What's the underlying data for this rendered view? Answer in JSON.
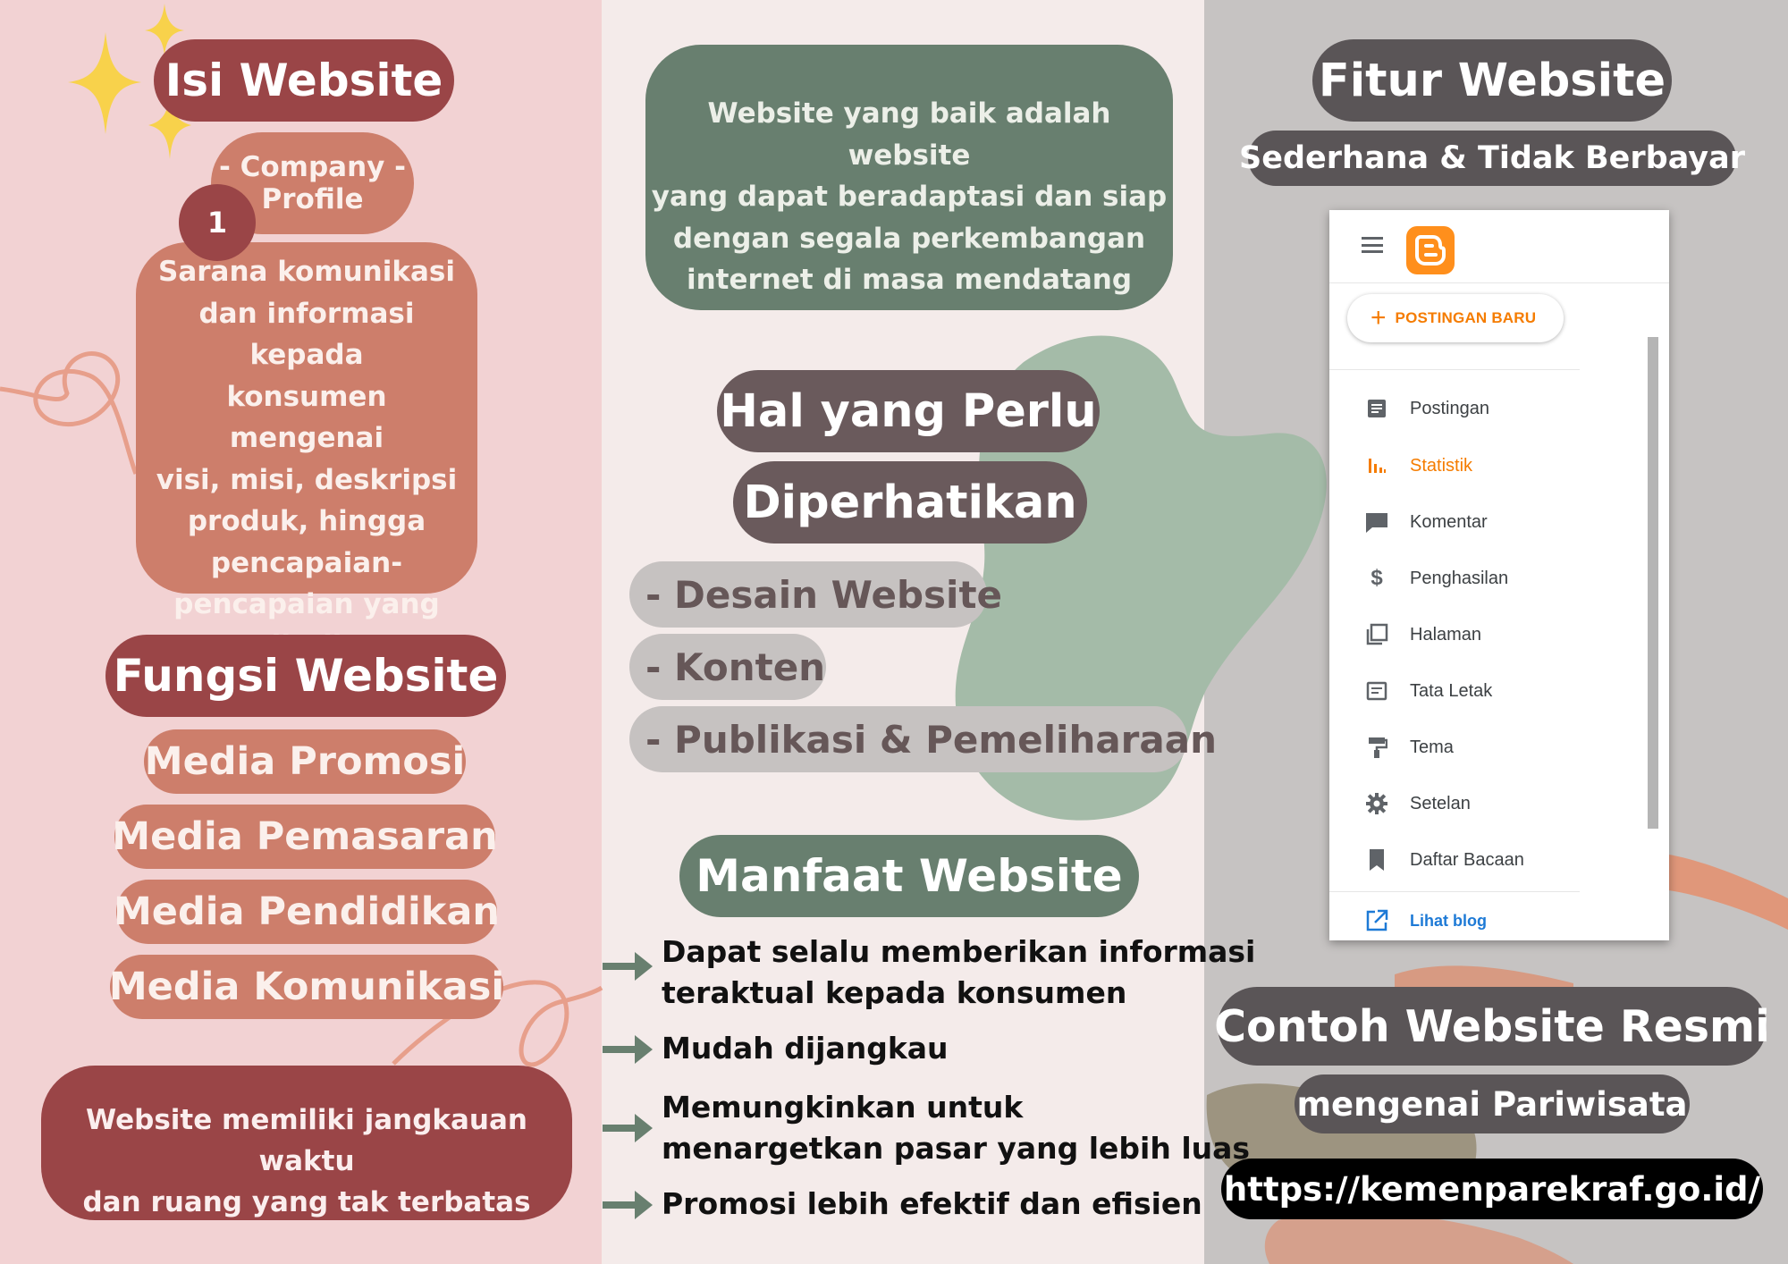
{
  "left": {
    "isi_title": "Isi Website",
    "company_profile": "- Company - Profile",
    "badge_number": "1",
    "sarana_text": "Sarana komunikasi\ndan informasi kepada\nkonsumen mengenai\nvisi, misi, deskripsi\nproduk, hingga\npencapaian-\npencapaian yang\ndiraih",
    "fungsi_title": "Fungsi Website",
    "media_items": [
      "Media Promosi",
      "Media Pemasaran",
      "Media Pendidikan",
      "Media Komunikasi"
    ],
    "jangkauan_text": "Website memiliki jangkauan waktu\ndan ruang yang tak terbatas"
  },
  "middle": {
    "quote": "Website yang baik adalah website\nyang dapat beradaptasi dan siap\ndengan segala perkembangan\ninternet di masa mendatang",
    "hal_line1": "Hal yang Perlu",
    "hal_line2": "Diperhatikan",
    "hal_items": [
      "- Desain Website",
      "- Konten",
      "- Publikasi & Pemeliharaan"
    ],
    "manfaat_title": "Manfaat Website",
    "benefits": [
      "Dapat selalu memberikan informasi\nteraktual kepada konsumen",
      "Mudah dijangkau",
      "Memungkinkan untuk\nmenargetkan pasar yang lebih luas",
      "Promosi lebih efektif dan efisien"
    ]
  },
  "right": {
    "fitur_title": "Fitur Website",
    "sederhana": "Sederhana & Tidak Berbayar",
    "blogger": {
      "new_post_label": "POSTINGAN BARU",
      "menu": [
        {
          "label": "Postingan",
          "icon": "document-icon",
          "active": false
        },
        {
          "label": "Statistik",
          "icon": "bar-chart-icon",
          "active": true
        },
        {
          "label": "Komentar",
          "icon": "comment-icon",
          "active": false
        },
        {
          "label": "Penghasilan",
          "icon": "dollar-icon",
          "active": false
        },
        {
          "label": "Halaman",
          "icon": "pages-icon",
          "active": false
        },
        {
          "label": "Tata Letak",
          "icon": "layout-icon",
          "active": false
        },
        {
          "label": "Tema",
          "icon": "paint-roller-icon",
          "active": false
        },
        {
          "label": "Setelan",
          "icon": "gear-icon",
          "active": false
        },
        {
          "label": "Daftar Bacaan",
          "icon": "bookmark-icon",
          "active": false
        }
      ],
      "view_blog_label": "Lihat blog",
      "accent_color": "#f57c00"
    },
    "contoh": "Contoh Website Resmi",
    "mengenai": "mengenai Pariwisata",
    "url": "https://kemenparekraf.go.id/"
  },
  "colors": {
    "left_bg": "#f2d2d3",
    "middle_bg": "#f4ebea",
    "right_bg": "#c6c3c2",
    "maroon": "#9a4547",
    "salmon": "#cd7e6b",
    "sage": "#687f6f",
    "dark_pill": "#6a5a5c"
  }
}
